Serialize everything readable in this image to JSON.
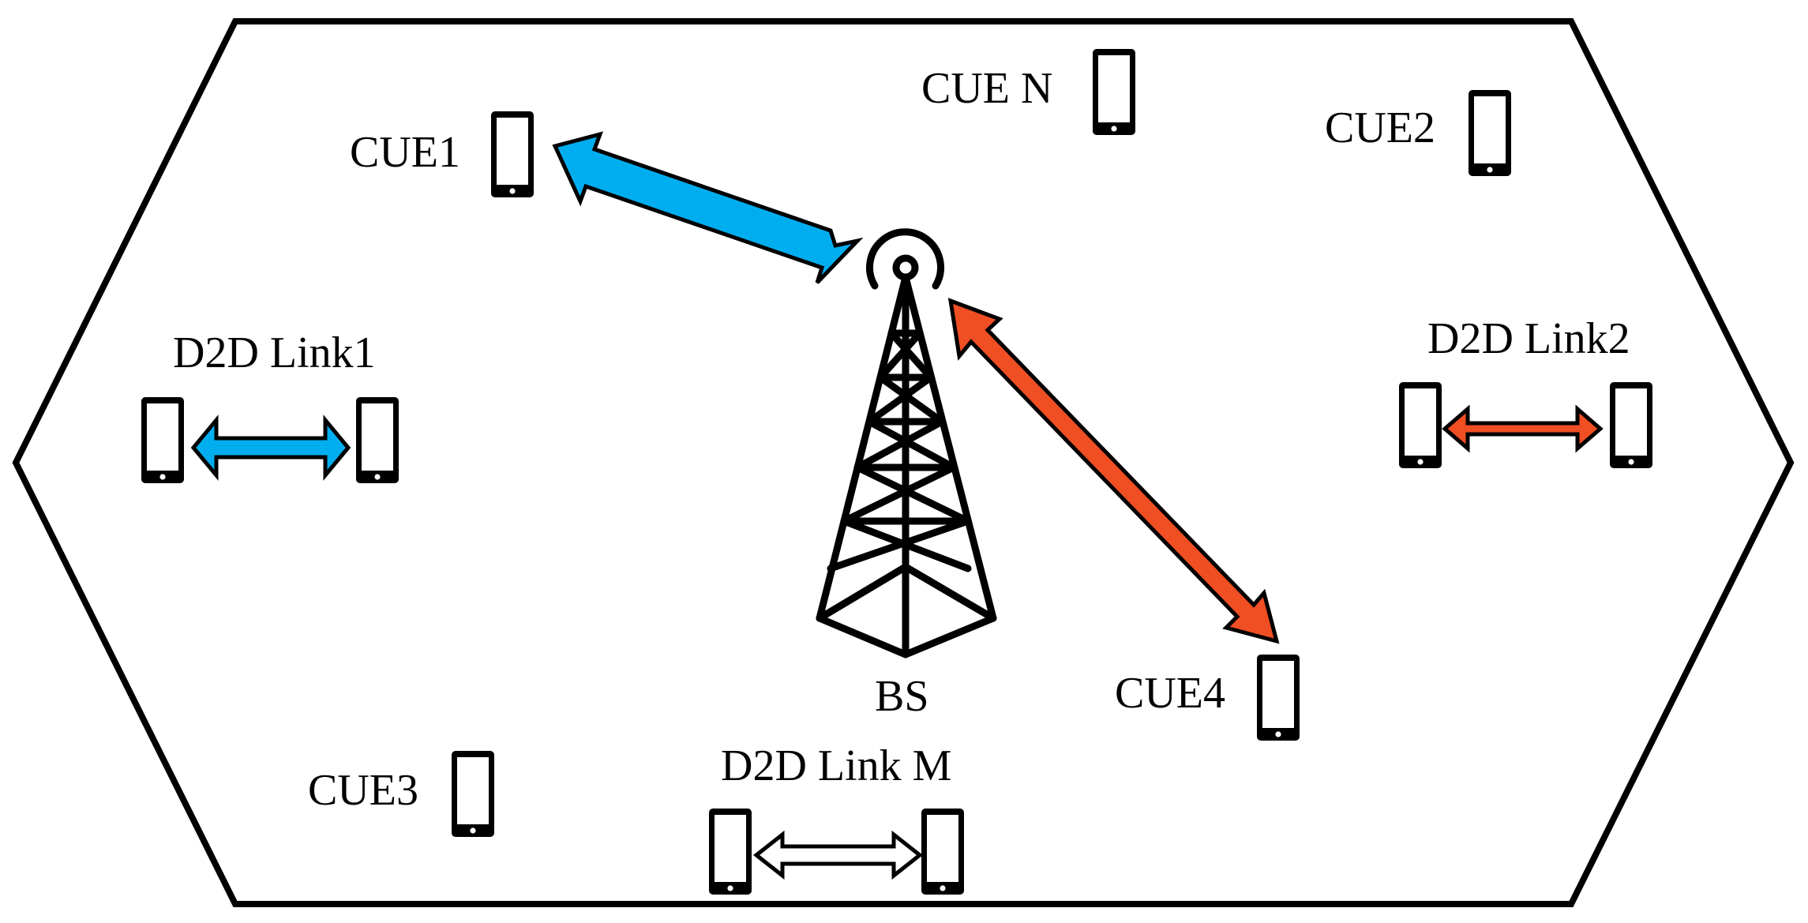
{
  "labels": {
    "cue1": "CUE1",
    "cue_n": "CUE N",
    "cue2": "CUE2",
    "cue3": "CUE3",
    "cue4": "CUE4",
    "bs": "BS",
    "d2d_link1": "D2D Link1",
    "d2d_link2": "D2D Link2",
    "d2d_link_m": "D2D Link M"
  },
  "colors": {
    "blue": "#00aeef",
    "red": "#f04e23",
    "white": "#ffffff",
    "stroke": "#000000"
  },
  "icons": {
    "phone": "mobile-phone-icon",
    "tower": "base-station-tower-icon"
  }
}
